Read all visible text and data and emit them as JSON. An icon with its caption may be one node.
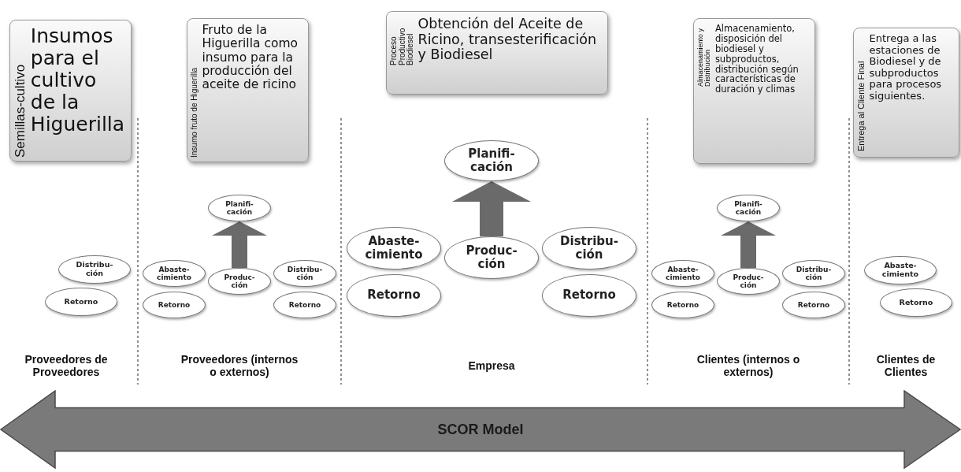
{
  "diagram": {
    "nodes": [
      {
        "text": [
          "Semillas-cultivo",
          "Insumos para el cultivo de la Higuerilla"
        ]
      },
      {
        "text": [
          "Insumo fruto de Higuerilla",
          "Fruto de la Higuerilla como insumo para la producción del aceite de ricino"
        ]
      },
      {
        "text": [
          "Proceso Productivo Biodiesel",
          "Obtención del Aceite de Ricino, transesterificación y Biodiesel"
        ]
      },
      {
        "text": [
          "Almacenamiento y Distribución",
          "Almacenamiento, disposición del biodiesel y subproductos, distribución según características de duración y climas"
        ]
      },
      {
        "text": [
          "Entrega al Cliente Final",
          "Entrega a las estaciones de Biodiesel y de subproductos para procesos siguientes."
        ]
      },
      {
        "text": [
          "Distribu- ción"
        ]
      },
      {
        "text": [
          "Retorno"
        ]
      },
      {
        "text": [
          "Planifi- cación"
        ]
      },
      {
        "text": [
          "Abaste- cimiento"
        ]
      },
      {
        "text": [
          "Produc- ción"
        ]
      },
      {
        "text": [
          "Distribu- ción"
        ]
      },
      {
        "text": [
          "Retorno"
        ]
      },
      {
        "text": [
          "Retorno"
        ]
      },
      {
        "text": [
          "Planifi- cación"
        ]
      },
      {
        "text": [
          "Abaste- cimiento"
        ]
      },
      {
        "text": [
          "Produc- ción"
        ]
      },
      {
        "text": [
          "Distribu- ción"
        ]
      },
      {
        "text": [
          "Retorno"
        ]
      },
      {
        "text": [
          "Retorno"
        ]
      },
      {
        "text": [
          "Planifi- cación"
        ]
      },
      {
        "text": [
          "Abaste- cimiento"
        ]
      },
      {
        "text": [
          "Produc- ción"
        ]
      },
      {
        "text": [
          "Distribu- ción"
        ]
      },
      {
        "text": [
          "Retorno"
        ]
      },
      {
        "text": [
          "Retorno"
        ]
      },
      {
        "text": [
          "Abaste- cimiento"
        ]
      },
      {
        "text": [
          "Retorno"
        ]
      },
      {
        "text": [
          "SCOR Model"
        ]
      }
    ],
    "edges": [
      {
        "from": 9,
        "to": 7,
        "arrow": "to"
      },
      {
        "from": 15,
        "to": 13,
        "arrow": "to"
      },
      {
        "from": 21,
        "to": 19,
        "arrow": "to"
      }
    ],
    "labels": [
      "Proveedores de Proveedores",
      "Proveedores (internos o externos)",
      "Empresa",
      "Clientes (internos o externos)",
      "Clientes de Clientes"
    ]
  }
}
